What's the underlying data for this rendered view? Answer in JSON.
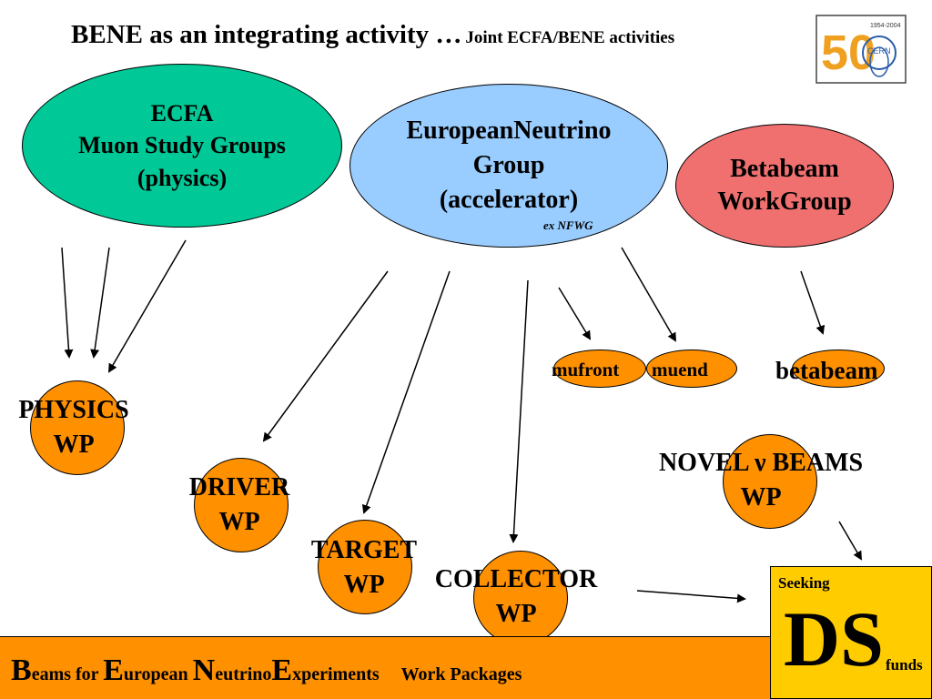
{
  "title": {
    "main": "BENE as an integrating activity …",
    "sub": "Joint ECFA/BENE activities"
  },
  "logo": {
    "years": "1954-2004",
    "cern": "CERN",
    "numeral": "50"
  },
  "groups": {
    "ecfa": {
      "line1": "ECFA",
      "line2": "Muon Study Groups",
      "line3": "(physics)"
    },
    "eng": {
      "line1": "EuropeanNeutrino",
      "line2": "Group",
      "line3": "(accelerator)",
      "note": "ex NFWG"
    },
    "beta": {
      "line1": "Betabeam",
      "line2": "WorkGroup"
    }
  },
  "subgroups": {
    "mufront": "mufront",
    "muend": "muend",
    "betabeam": "betabeam"
  },
  "work_packages": {
    "physics": {
      "line1": "PHYSICS",
      "line2": "WP"
    },
    "driver": {
      "line1": "DRIVER",
      "line2": "WP"
    },
    "target": {
      "line1": "TARGET",
      "line2": "WP"
    },
    "collector": {
      "line1": "COLLECTOR",
      "line2": "WP"
    },
    "novel": {
      "line1": "NOVEL ν BEAMS",
      "line2": "WP"
    }
  },
  "footer": {
    "b": "B",
    "eams": "eams for ",
    "e1": "E",
    "uropean": "uropean ",
    "n": "N",
    "eutrino": "eutrino",
    "e2": "E",
    "xperiments": "xperiments",
    "wp": "Work Packages"
  },
  "ds_box": {
    "seeking": "Seeking",
    "ds": "DS",
    "funds": "funds"
  },
  "colors": {
    "ecfa": "#00c896",
    "eng": "#99ccff",
    "beta": "#f07070",
    "wp": "#ff9000",
    "ds": "#ffcc00"
  }
}
